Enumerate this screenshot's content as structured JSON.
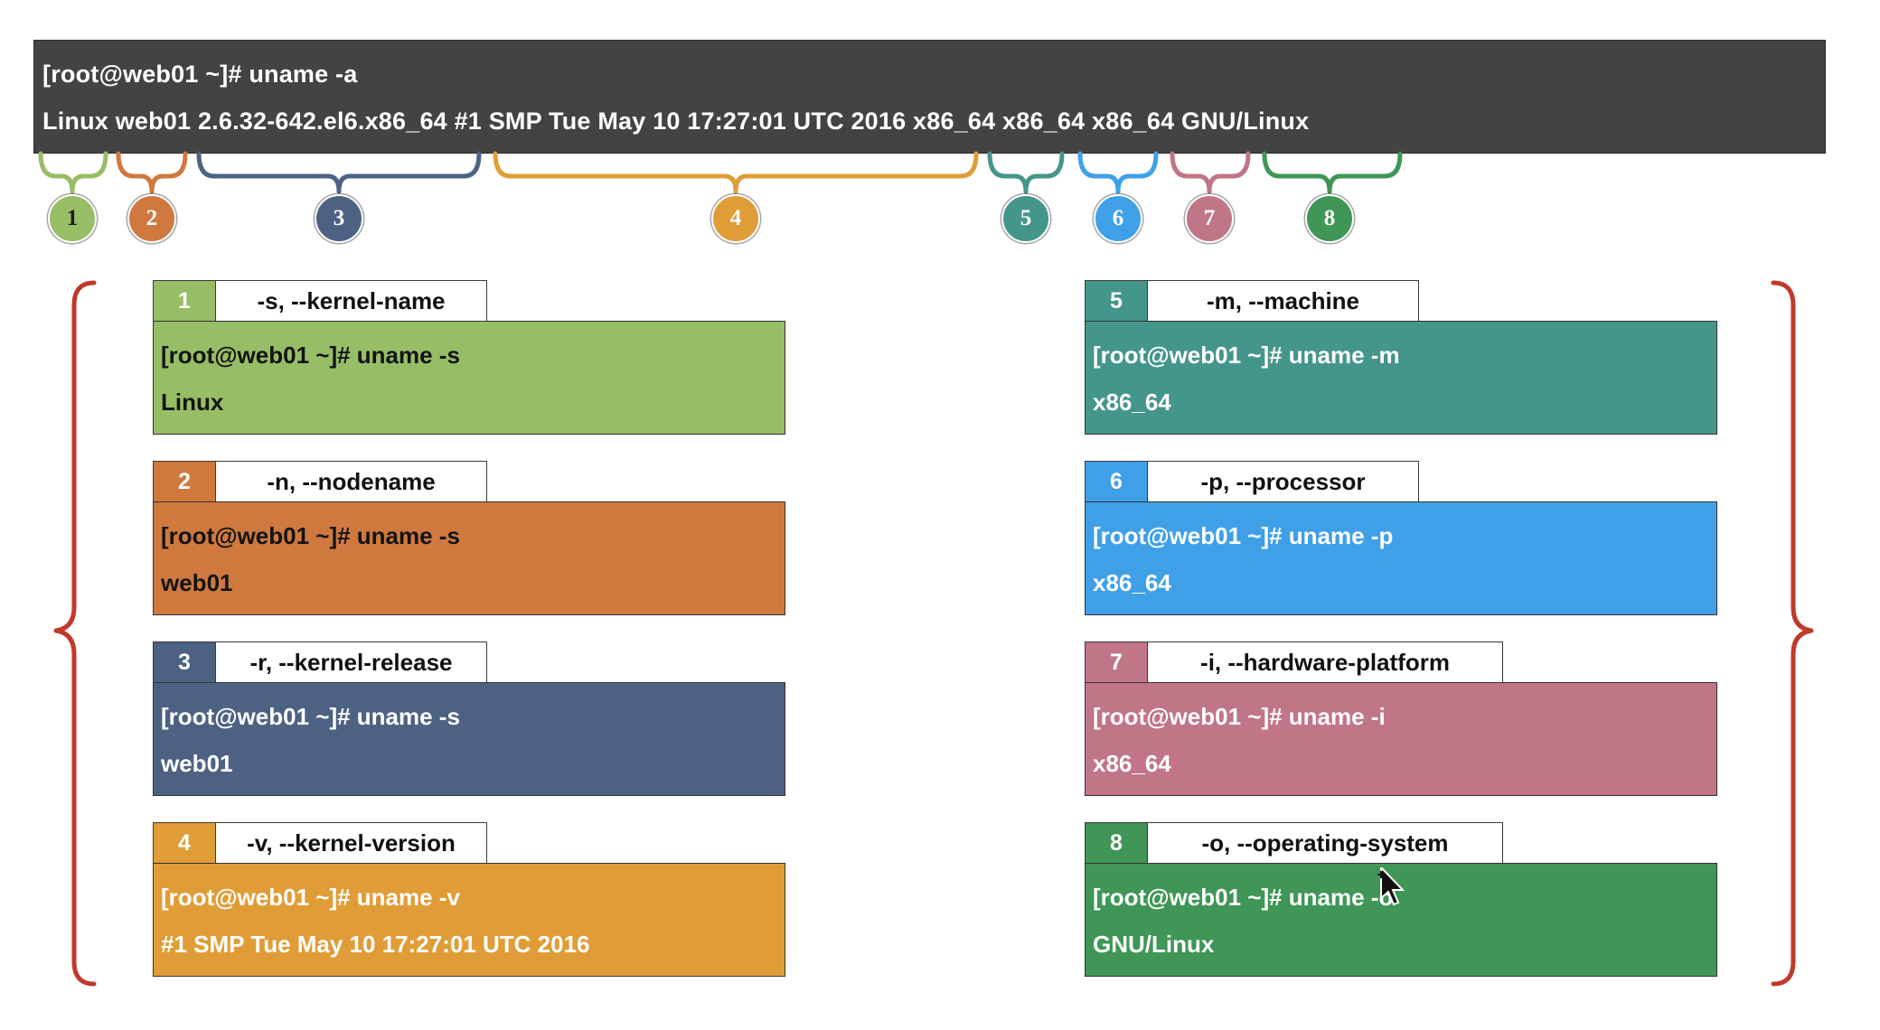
{
  "terminal": {
    "line1": "[root@web01 ~]# uname -a",
    "line2": "Linux web01 2.6.32-642.el6.x86_64 #1 SMP Tue May 10 17:27:01 UTC 2016 x86_64 x86_64 x86_64 GNU/Linux"
  },
  "markers": [
    "1",
    "2",
    "3",
    "4",
    "5",
    "6",
    "7",
    "8"
  ],
  "colors": {
    "c1": "#97bd66",
    "c2": "#cf793f",
    "c3": "#4d6283",
    "c4": "#e09d37",
    "c5": "#45968a",
    "c6": "#3fa0e8",
    "c7": "#c07686",
    "c8": "#3f9656",
    "bracket": "#c0392b",
    "terminal_bg": "#434343"
  },
  "cards": [
    {
      "num": "1",
      "option": "-s, --kernel-name",
      "command": "[root@web01 ~]# uname -s",
      "output": "Linux"
    },
    {
      "num": "2",
      "option": "-n, --nodename",
      "command": "[root@web01 ~]# uname -s",
      "output": "web01"
    },
    {
      "num": "3",
      "option": "-r, --kernel-release",
      "command": "[root@web01 ~]# uname -s",
      "output": "web01"
    },
    {
      "num": "4",
      "option": "-v, --kernel-version",
      "command": "[root@web01 ~]# uname -v",
      "output": "#1 SMP Tue May 10 17:27:01 UTC 2016"
    },
    {
      "num": "5",
      "option": "-m, --machine",
      "command": "[root@web01 ~]# uname -m",
      "output": "x86_64"
    },
    {
      "num": "6",
      "option": "-p, --processor",
      "command": "[root@web01 ~]# uname -p",
      "output": "x86_64"
    },
    {
      "num": "7",
      "option": "-i, --hardware-platform",
      "command": "[root@web01 ~]# uname -i",
      "output": "x86_64"
    },
    {
      "num": "8",
      "option": "-o, --operating-system",
      "command": "[root@web01 ~]# uname -o",
      "output": "GNU/Linux"
    }
  ],
  "icons": {
    "cursor": "move-cursor-icon"
  }
}
